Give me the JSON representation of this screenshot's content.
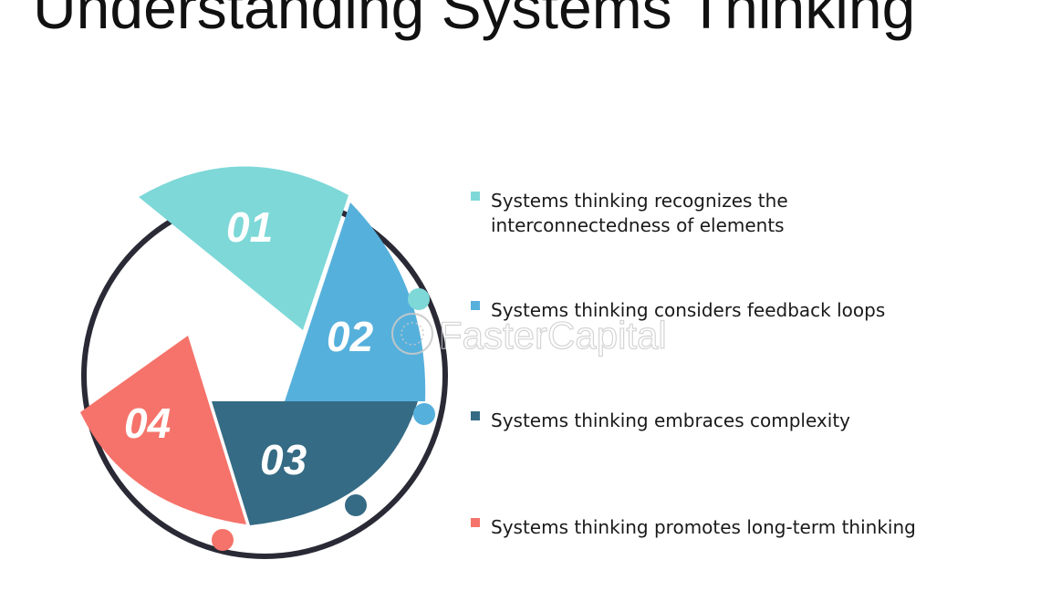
{
  "slide": {
    "title": "Understanding Systems Thinking"
  },
  "diagram": {
    "segments": [
      {
        "number": "01",
        "color": "#7ed8d8"
      },
      {
        "number": "02",
        "color": "#56b0dc"
      },
      {
        "number": "03",
        "color": "#356b84"
      },
      {
        "number": "04",
        "color": "#f5736a"
      }
    ],
    "ring_color": "#2a2a36"
  },
  "legend": {
    "items": [
      {
        "text": "Systems thinking recognizes the interconnectedness of elements",
        "color": "#7ed8d8"
      },
      {
        "text": "Systems thinking considers feedback loops",
        "color": "#56b0dc"
      },
      {
        "text": "Systems thinking embraces complexity",
        "color": "#356b84"
      },
      {
        "text": "Systems thinking promotes long-term thinking",
        "color": "#f5736a"
      }
    ]
  },
  "watermark": {
    "text": "FasterCapital"
  }
}
